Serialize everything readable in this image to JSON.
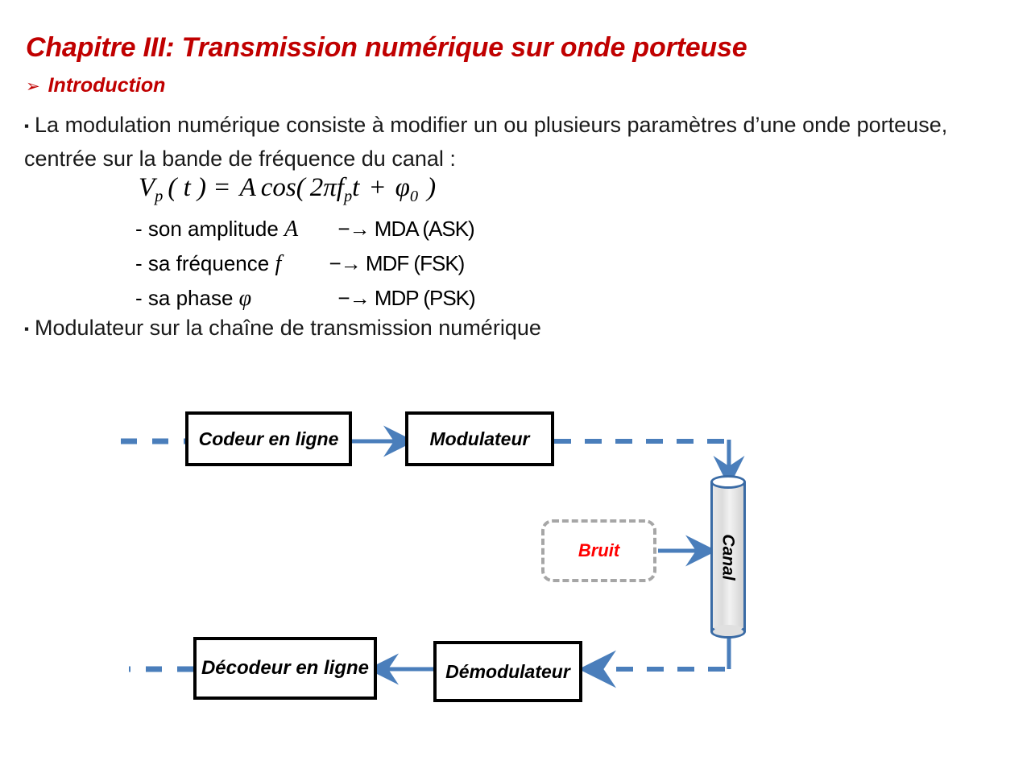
{
  "slide": {
    "title": "Chapitre III: Transmission numérique sur onde porteuse",
    "subheading": "Introduction",
    "subheading_bullet": "➢",
    "square_bullet": "▪",
    "accent_color": "#C00000",
    "diagram_blue": "#4A7EBB",
    "noise_color": "#FF0000",
    "paragraph_1": "La modulation numérique consiste à modifier un ou plusieurs paramètres d’une onde porteuse, centrée sur la bande de fréquence du canal :",
    "paragraph_2": "Modulateur sur la chaîne de transmission numérique"
  },
  "formula": {
    "v": "V",
    "v_sub": "p",
    "open_t": "( t ) =",
    "amplitude": "A",
    "cos": "cos(",
    "two_pi": "2π",
    "f": "f",
    "f_sub": "p",
    "t": "t",
    "plus": "+",
    "phi": "φ",
    "phi_sub": "0",
    "close": ")"
  },
  "params": [
    {
      "dash": "-",
      "text": "son amplitude",
      "symbol": "A",
      "mapping": "−→ MDA (ASK)",
      "symbol_gap": 62
    },
    {
      "dash": "-",
      "text": "sa fréquence",
      "symbol": "f",
      "mapping": "−→ MDF (FSK)",
      "symbol_gap": 70
    },
    {
      "dash": "-",
      "text": "sa phase",
      "symbol": "φ",
      "mapping": "−→ MDP (PSK)",
      "symbol_gap": 110
    }
  ],
  "diagram": {
    "boxes": {
      "coder": "Codeur en ligne",
      "modulator": "Modulateur",
      "decoder": "Décodeur en ligne",
      "demodulator": "Démodulateur",
      "noise": "Bruit",
      "channel": "Canal"
    }
  }
}
